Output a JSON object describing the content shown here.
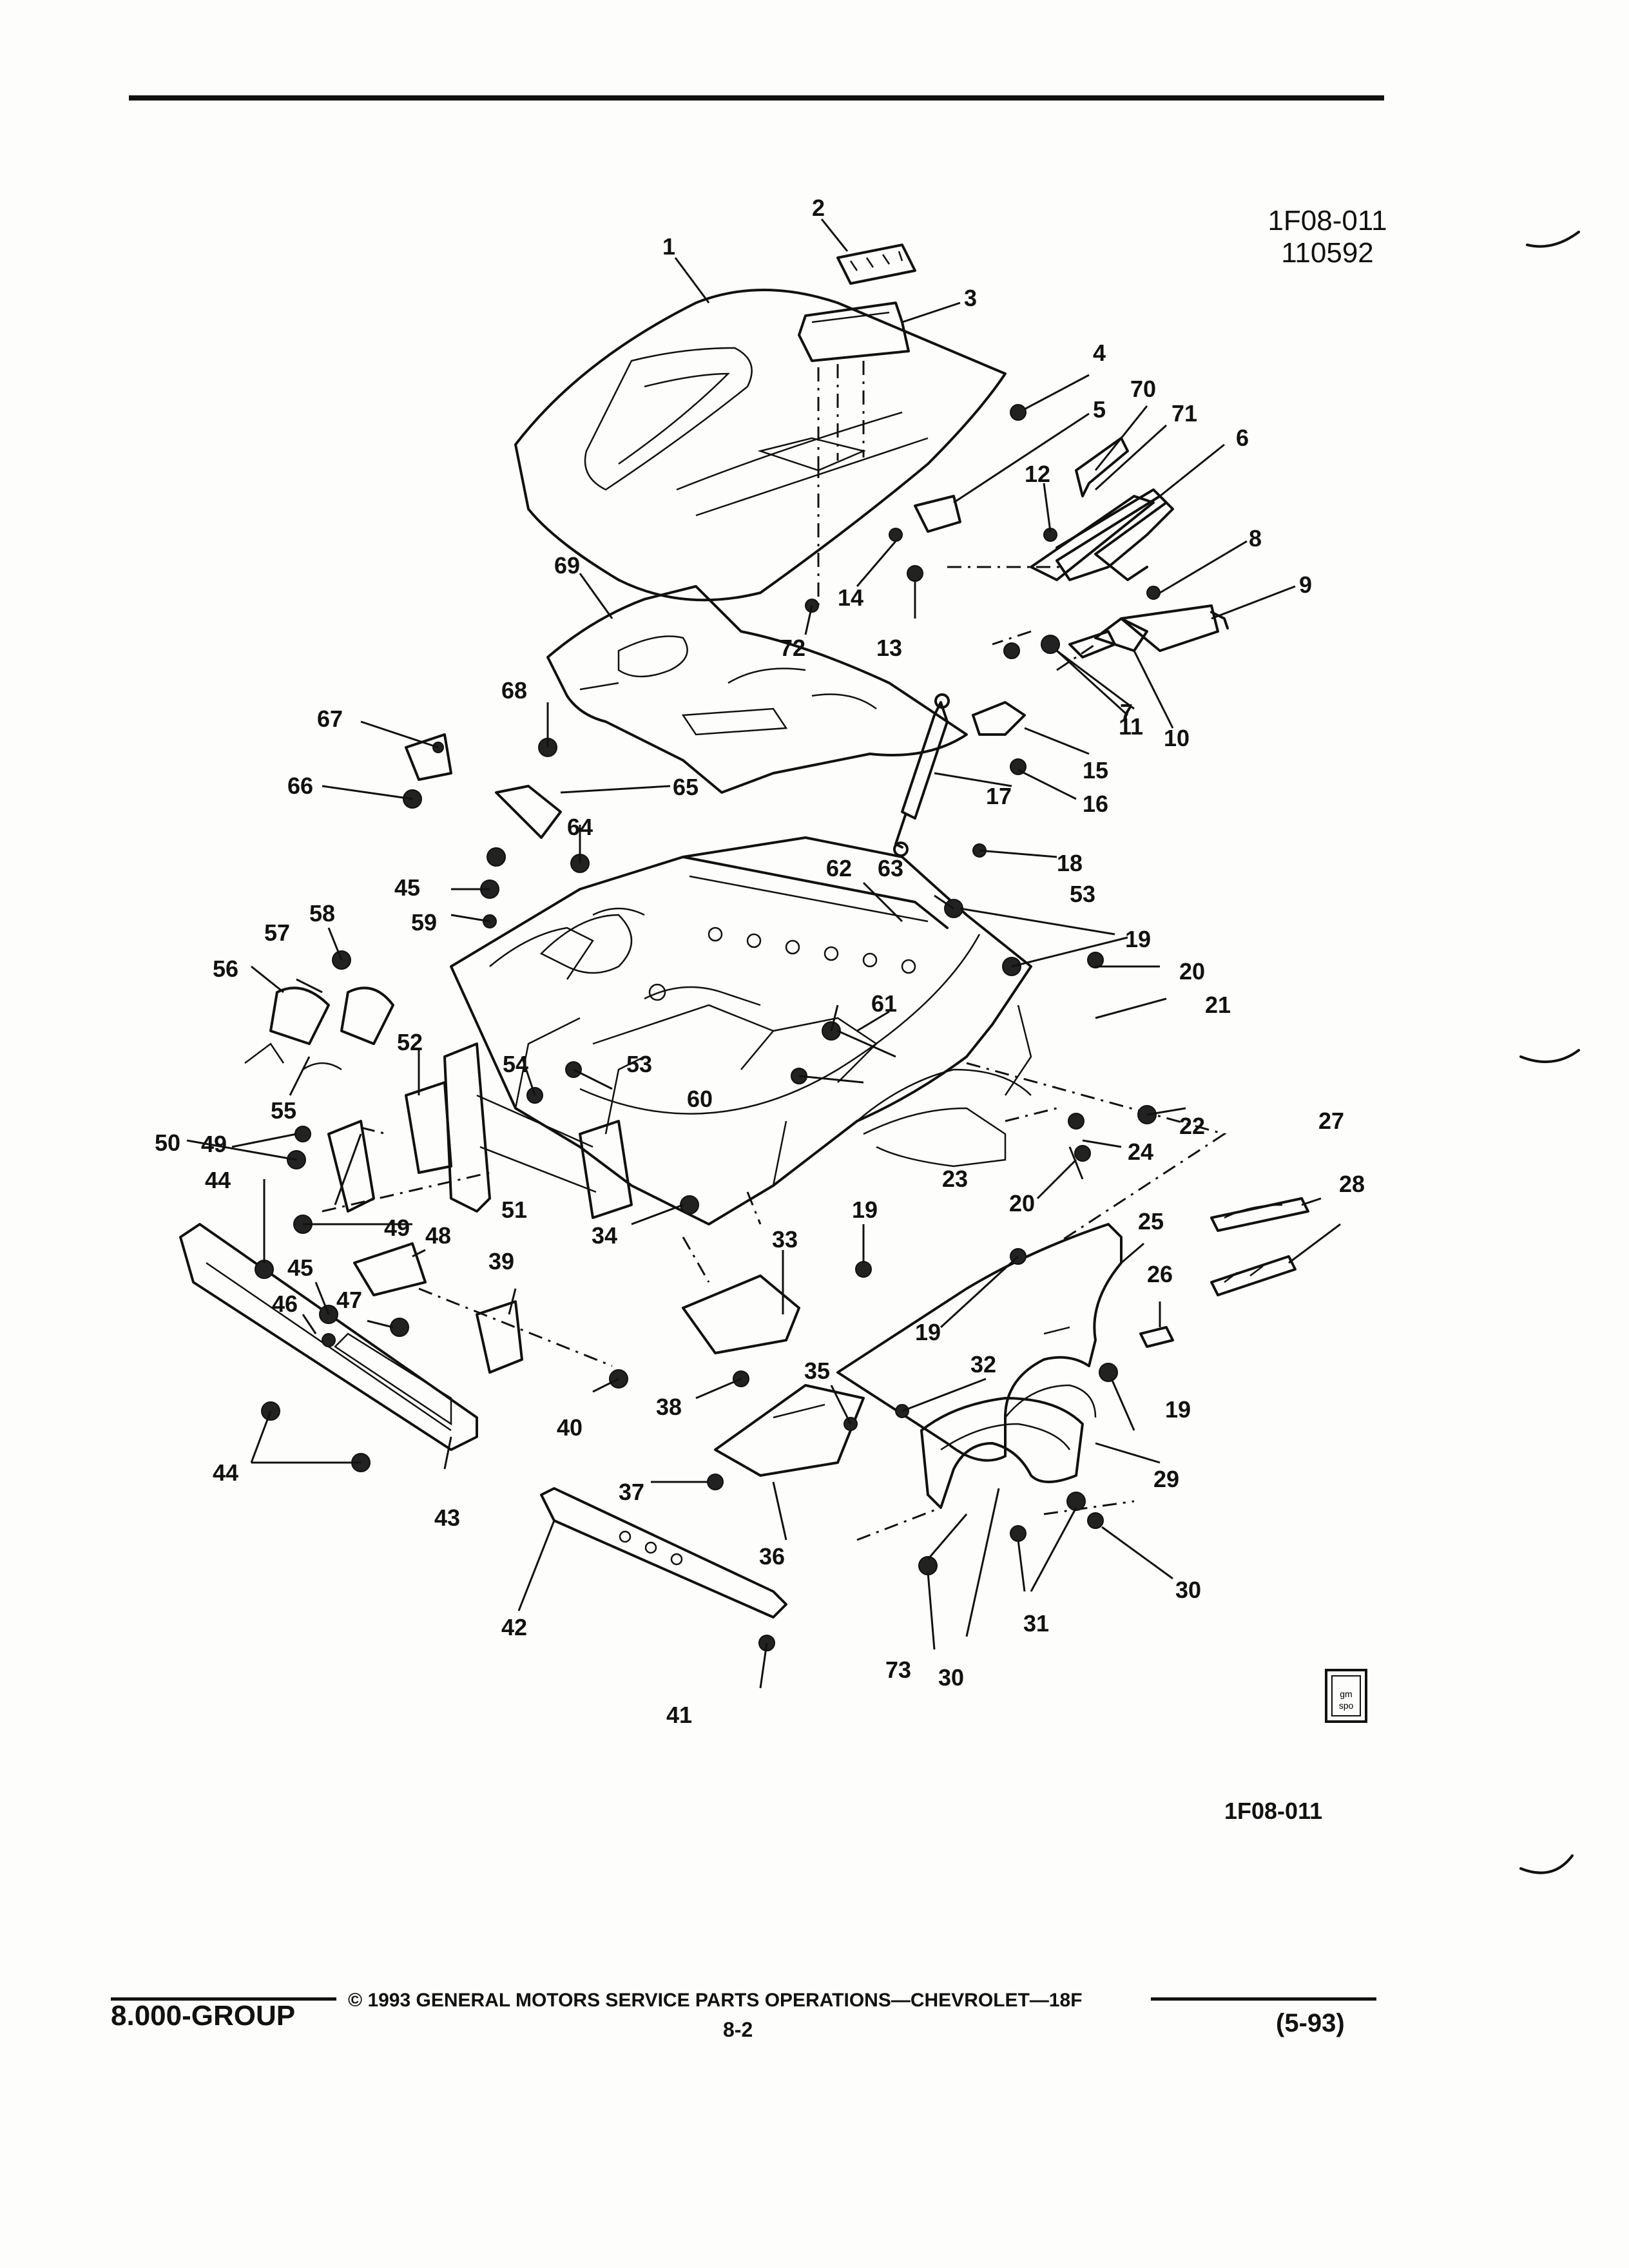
{
  "header": {
    "code": "1F08-011",
    "date_code": "110592"
  },
  "diagram": {
    "callouts": [
      "1",
      "2",
      "3",
      "4",
      "5",
      "6",
      "7",
      "8",
      "9",
      "10",
      "11",
      "12",
      "13",
      "14",
      "15",
      "16",
      "17",
      "18",
      "19",
      "19",
      "19",
      "19",
      "20",
      "20",
      "21",
      "22",
      "23",
      "24",
      "25",
      "26",
      "27",
      "28",
      "29",
      "30",
      "30",
      "31",
      "32",
      "33",
      "34",
      "35",
      "36",
      "37",
      "38",
      "39",
      "40",
      "41",
      "42",
      "43",
      "44",
      "44",
      "45",
      "45",
      "46",
      "47",
      "48",
      "49",
      "49",
      "50",
      "51",
      "52",
      "53",
      "53",
      "54",
      "55",
      "56",
      "57",
      "58",
      "59",
      "60",
      "61",
      "62",
      "63",
      "64",
      "65",
      "66",
      "67",
      "68",
      "69",
      "70",
      "71",
      "72",
      "73"
    ],
    "bottom_code": "1F08-011"
  },
  "footer": {
    "group": "8.000-GROUP",
    "copyright": "© 1993 GENERAL MOTORS SERVICE PARTS OPERATIONS—CHEVROLET—18F",
    "page": "8-2",
    "date": "(5-93)"
  },
  "logo": {
    "icon": "gm-spo-logo",
    "text": "gm spo"
  }
}
